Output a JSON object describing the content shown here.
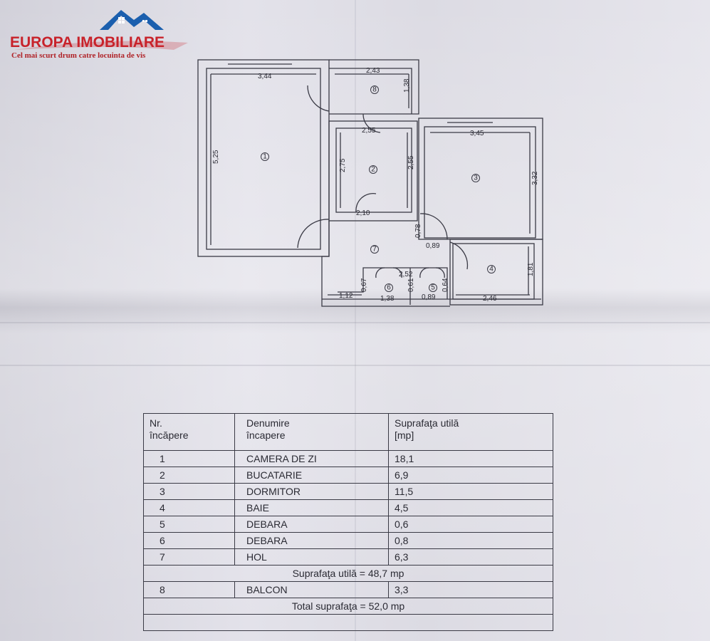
{
  "brand": {
    "name": "EUROPA IMOBILIARE",
    "tagline": "Cel mai scurt drum catre locuinta de vis",
    "color": "#c8222a",
    "roof_color": "#1b5fae"
  },
  "plan": {
    "room_numbers": [
      "1",
      "2",
      "3",
      "4",
      "5",
      "6",
      "7",
      "8"
    ],
    "dimensions": [
      "3,44",
      "2,43",
      "1,38",
      "2,55",
      "5,25",
      "2,75",
      "2,55",
      "3,45",
      "3,32",
      "2,10",
      "0,78",
      "0,89",
      "1,81",
      "2,52",
      "0,67",
      "0,61",
      "0,64",
      "1,12",
      "1,38",
      "0,89",
      "2,46"
    ]
  },
  "table": {
    "headers": {
      "nr": [
        "Nr.",
        "încăpere"
      ],
      "name": [
        "Denumire",
        "încapere"
      ],
      "area": [
        "Suprafaţa utilă",
        "[mp]"
      ]
    },
    "rows": [
      {
        "nr": "1",
        "name": "CAMERA DE ZI",
        "area": "18,1"
      },
      {
        "nr": "2",
        "name": "BUCATARIE",
        "area": "6,9"
      },
      {
        "nr": "3",
        "name": "DORMITOR",
        "area": "11,5"
      },
      {
        "nr": "4",
        "name": "BAIE",
        "area": "4,5"
      },
      {
        "nr": "5",
        "name": "DEBARA",
        "area": "0,6"
      },
      {
        "nr": "6",
        "name": "DEBARA",
        "area": "0,8"
      },
      {
        "nr": "7",
        "name": "HOL",
        "area": "6,3"
      }
    ],
    "useful_total": "Suprafaţa utilă = 48,7 mp",
    "balcony": {
      "nr": "8",
      "name": "BALCON",
      "area": "3,3"
    },
    "grand_total": "Total suprafaţa  = 52,0 mp"
  }
}
